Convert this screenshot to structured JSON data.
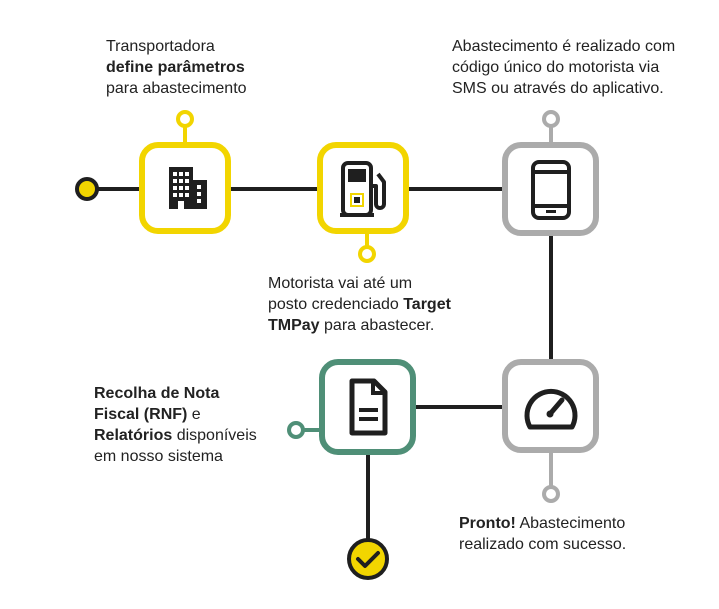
{
  "colors": {
    "yellow": "#f2d500",
    "gray": "#ababab",
    "green": "#4f8f77",
    "line": "#1f1f1f",
    "icon": "#1f1f1f"
  },
  "steps": [
    {
      "icon": "building-icon",
      "border": "yellow",
      "caption": [
        {
          "text": "Transportadora",
          "bold": false,
          "br": true
        },
        {
          "text": "define parâmetros",
          "bold": true,
          "br": true
        },
        {
          "text": "para abastecimento",
          "bold": false,
          "br": false
        }
      ]
    },
    {
      "icon": "fuel-pump-icon",
      "border": "yellow",
      "caption": [
        {
          "text": "Motorista vai até um",
          "bold": false,
          "br": true
        },
        {
          "text": "posto credenciado ",
          "bold": false,
          "br": false
        },
        {
          "text": "Target",
          "bold": true,
          "br": true
        },
        {
          "text": "TMPay",
          "bold": true,
          "br": false
        },
        {
          "text": " para abastecer.",
          "bold": false,
          "br": false
        }
      ]
    },
    {
      "icon": "smartphone-icon",
      "border": "gray",
      "caption": [
        {
          "text": "Abastecimento é realizado com",
          "bold": false,
          "br": true
        },
        {
          "text": "código único do motorista via",
          "bold": false,
          "br": true
        },
        {
          "text": "SMS ou através do aplicativo.",
          "bold": false,
          "br": false
        }
      ]
    },
    {
      "icon": "speedometer-icon",
      "border": "gray",
      "caption": [
        {
          "text": "Pronto!",
          "bold": true,
          "br": false
        },
        {
          "text": " Abastecimento",
          "bold": false,
          "br": true
        },
        {
          "text": "realizado com sucesso.",
          "bold": false,
          "br": false
        }
      ]
    },
    {
      "icon": "document-icon",
      "border": "green",
      "caption": [
        {
          "text": "Recolha de Nota",
          "bold": true,
          "br": true
        },
        {
          "text": "Fiscal (RNF)",
          "bold": true,
          "br": false
        },
        {
          "text": " e",
          "bold": false,
          "br": true
        },
        {
          "text": "Relatórios",
          "bold": true,
          "br": false
        },
        {
          "text": " disponíveis",
          "bold": false,
          "br": true
        },
        {
          "text": "em nosso sistema",
          "bold": false,
          "br": false
        }
      ]
    }
  ],
  "end_icon": "check-circle-icon"
}
